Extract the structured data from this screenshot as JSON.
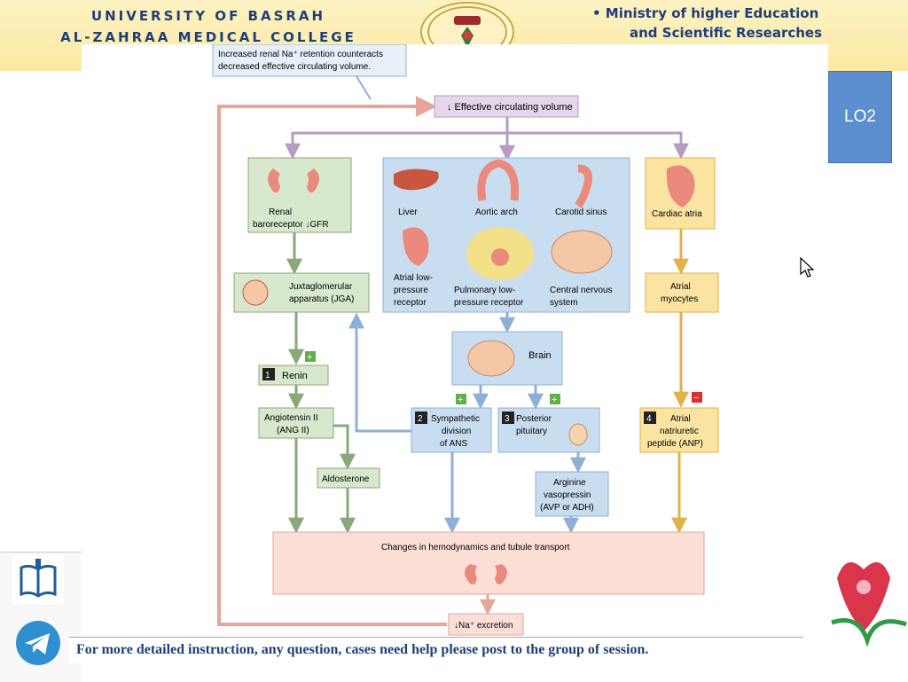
{
  "header": {
    "university_line1": "UNIVERSITY OF BASRAH",
    "university_line2": "AL-ZAHRAA MEDICAL COLLEGE",
    "ministry_line1": "• Ministry of higher Education",
    "ministry_line2": "and Scientific Researches"
  },
  "badge": {
    "label": "LO2"
  },
  "diagram": {
    "note_line1": "Increased renal Na⁺ retention counteracts",
    "note_line2": "decreased effective circulating volume.",
    "top_box": "↓ Effective circulating volume",
    "renal_line1": "Renal",
    "renal_line2": "baroreceptor  ↓GFR",
    "liver": "Liver",
    "aortic_arch": "Aortic arch",
    "carotid": "Carotid sinus",
    "cardiac_atria": "Cardiac atria",
    "atrial_low_1": "Atrial low-",
    "atrial_low_2": "pressure",
    "atrial_low_3": "receptor",
    "pulm_1": "Pulmonary low-",
    "pulm_2": "pressure receptor",
    "cns_1": "Central nervous",
    "cns_2": "system",
    "jga_1": "Juxtaglomerular",
    "jga_2": "apparatus (JGA)",
    "atrial_myo_1": "Atrial",
    "atrial_myo_2": "myocytes",
    "brain": "Brain",
    "renin_num": "1",
    "renin": "Renin",
    "ang_1": "Angiotensin II",
    "ang_2": "(ANG II)",
    "symp_num": "2",
    "symp_1": "Sympathetic",
    "symp_2": "division",
    "symp_3": "of ANS",
    "post_num": "3",
    "post_1": "Posterior",
    "post_2": "pituitary",
    "anp_num": "4",
    "anp_1": "Atrial",
    "anp_2": "natriuretic",
    "anp_3": "peptide (ANP)",
    "aldo": "Aldosterone",
    "avp_1": "Arginine",
    "avp_2": "vasopressin",
    "avp_3": "(AVP or ADH)",
    "changes": "Changes in hemodynamics and tubule transport",
    "na_excretion": "↓Na⁺ excretion",
    "plus": "+",
    "minus": "−"
  },
  "footer": {
    "text": "For more detailed instruction, any question, cases need help please post to the group of session."
  },
  "colors": {
    "header_bg": "#fbe9a4",
    "brand_blue": "#1f3f7a",
    "green_box": "#d7e8cc",
    "blue_box": "#c9ddf0",
    "orange_box": "#fbe3a1",
    "pink_box": "#fbdfd7",
    "lavender_box": "#e5d7ea"
  }
}
